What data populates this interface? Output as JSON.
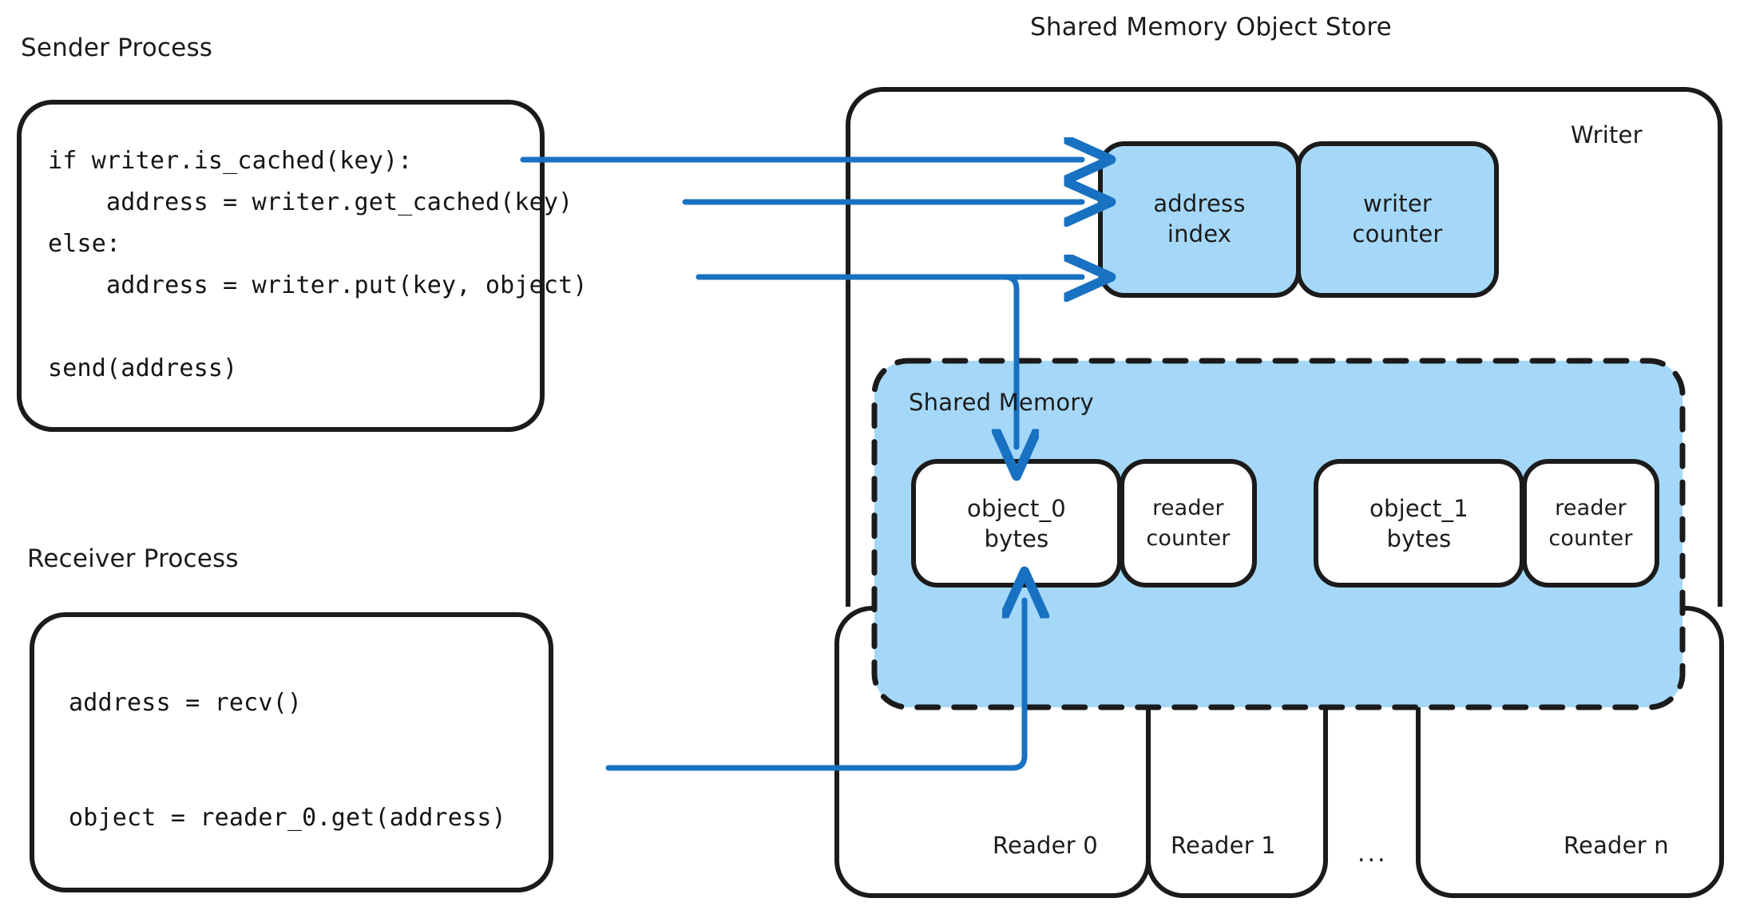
{
  "diagram": {
    "title_left_top": "Sender Process",
    "title_left_bottom": "Receiver Process",
    "title_right": "Shared Memory Object Store",
    "colors": {
      "stroke": "#1b1b1b",
      "arrow": "#1971C2",
      "fill_light_blue": "#A5D8F8",
      "background": "#ffffff"
    }
  },
  "sender": {
    "heading": "Sender Process",
    "code_lines": [
      "if writer.is_cached(key):",
      "    address = writer.get_cached(key)",
      "else:",
      "    address = writer.put(key, object)",
      "",
      "send(address)"
    ]
  },
  "receiver": {
    "heading": "Receiver Process",
    "code_lines": [
      "address = recv()",
      "",
      "object = reader_0.get(address)"
    ]
  },
  "store": {
    "heading": "Shared Memory Object Store",
    "writer": {
      "label": "Writer",
      "cells": [
        {
          "lines": [
            "address",
            "index"
          ]
        },
        {
          "lines": [
            "writer",
            "counter"
          ]
        }
      ]
    },
    "shared_memory": {
      "label": "Shared Memory",
      "slots": [
        {
          "object": {
            "lines": [
              "object_0",
              "bytes"
            ]
          },
          "counter": {
            "lines": [
              "reader",
              "counter"
            ]
          }
        },
        {
          "object": {
            "lines": [
              "object_1",
              "bytes"
            ]
          },
          "counter": {
            "lines": [
              "reader",
              "counter"
            ]
          }
        }
      ]
    },
    "readers": [
      {
        "label": "Reader 0"
      },
      {
        "label": "Reader 1"
      },
      {
        "label": "..."
      },
      {
        "label": "Reader n"
      }
    ]
  }
}
